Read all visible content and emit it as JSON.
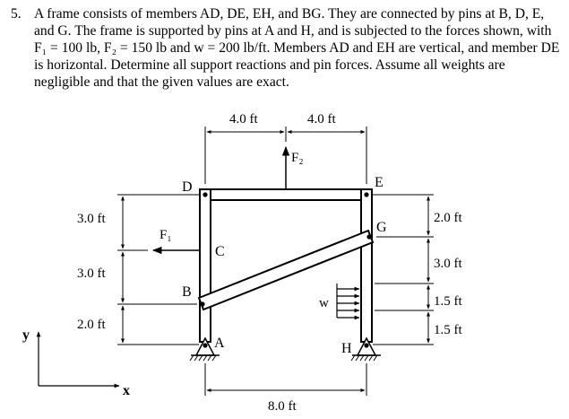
{
  "problem": {
    "number": "5.",
    "text": "A frame consists of members AD, DE, EH, and BG. They are connected by pins at B, D, E, and G. The frame is supported by pins at A and H, and is subjected to the forces shown, with F₁ = 100 lb, F₂ = 150 lb and w = 200 lb/ft. Members AD and EH are vertical, and member DE is horizontal. Determine all support reactions and pin forces. Assume all weights are negligible and that the given values are exact."
  },
  "diagram": {
    "points": {
      "A": "A",
      "B": "B",
      "C": "C",
      "D": "D",
      "E": "E",
      "G": "G",
      "H": "H"
    },
    "loads": {
      "f1": "F₁",
      "f2": "F₂",
      "w": "w"
    },
    "dimensions": {
      "top_left": "4.0 ft",
      "top_right": "4.0 ft",
      "bottom": "8.0 ft",
      "left_1": "3.0 ft",
      "left_2": "3.0 ft",
      "left_3": "2.0 ft",
      "right_1": "2.0 ft",
      "right_2": "3.0 ft",
      "right_3": "1.5 ft",
      "right_4": "1.5 ft"
    },
    "axes": {
      "x": "x",
      "y": "y"
    }
  }
}
